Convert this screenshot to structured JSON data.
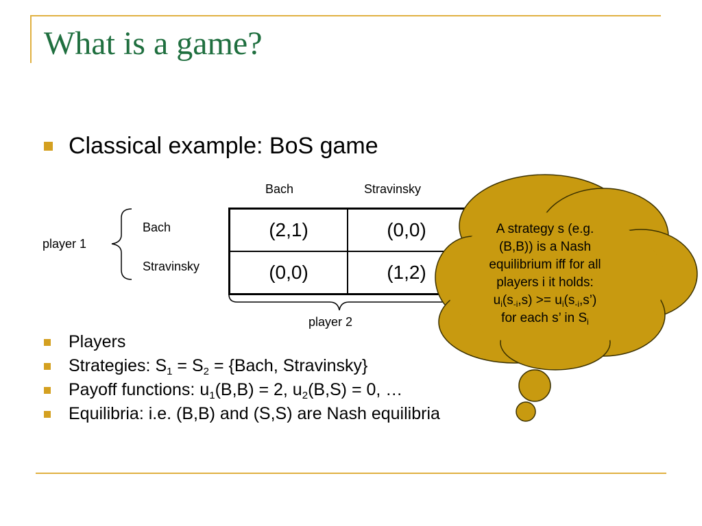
{
  "slide": {
    "title": "What is a game?",
    "main_bullet": "Classical example: BoS game",
    "matrix": {
      "col_headers": [
        "Bach",
        "Stravinsky"
      ],
      "row_headers": [
        "Bach",
        "Stravinsky"
      ],
      "cells": [
        [
          "(2,1)",
          "(0,0)"
        ],
        [
          "(0,0)",
          "(1,2)"
        ]
      ],
      "player1": "player 1",
      "player2": "player 2"
    },
    "bullets": {
      "players": "Players",
      "strategies": {
        "pre": "Strategies: S",
        "sub1": "1",
        "mid": " = S",
        "sub2": "2",
        "post": " = {Bach, Stravinsky}"
      },
      "payoff": {
        "pre": "Payoff functions: u",
        "sub1": "1",
        "mid": "(B,B) = 2, u",
        "sub2": "2",
        "post": "(B,S) = 0, …"
      },
      "equilibria": "Equilibria: i.e. (B,B) and (S,S) are Nash equilibria"
    },
    "thought_bubble": {
      "line1": "A strategy s (e.g.",
      "line2": "(B,B)) is a Nash",
      "line3": "equilibrium iff for all",
      "line4": "players i it holds:",
      "line5": {
        "a": "u",
        "s1": "i",
        "b": "(s",
        "s2": "-i",
        "c": ",s) >= u",
        "s3": "i",
        "d": "(s",
        "s4": "-i",
        "e": ",s’)"
      },
      "line6": {
        "a": "for each s’ in S",
        "s1": "i"
      }
    },
    "colors": {
      "title": "#1f6f3f",
      "accent_lines": "#e0b040",
      "bullet": "#d4a020",
      "cloud_fill": "#c89a10",
      "cloud_stroke": "#3a3000"
    }
  }
}
